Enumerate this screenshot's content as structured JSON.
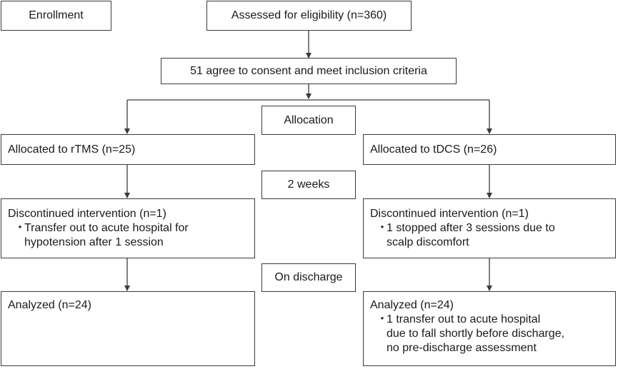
{
  "enrollment": {
    "label": "Enrollment"
  },
  "assessed": {
    "label": "Assessed for eligibility (n=360)"
  },
  "consent": {
    "label": "51 agree to consent and meet inclusion criteria"
  },
  "phases": {
    "allocation": "Allocation",
    "two_weeks": "2 weeks",
    "discharge": "On discharge"
  },
  "rtms": {
    "allocated": "Allocated to rTMS (n=25)",
    "discontinued": {
      "title": "Discontinued intervention (n=1)",
      "bullet": "・",
      "detail": "Transfer out to acute hospital for\nhypotension after 1 session"
    },
    "analyzed": {
      "title": "Analyzed (n=24)"
    }
  },
  "tdcs": {
    "allocated": "Allocated to tDCS (n=26)",
    "discontinued": {
      "title": "Discontinued intervention (n=1)",
      "bullet": "・",
      "detail": "1 stopped after 3 sessions due to\nscalp discomfort"
    },
    "analyzed": {
      "title": "Analyzed (n=24)",
      "bullet": "・",
      "detail": "1 transfer out to acute hospital\ndue to fall shortly before discharge,\nno pre-discharge assessment"
    }
  },
  "colors": {
    "line": "#3a3a3a",
    "text": "#1a1a1a",
    "background": "#ffffff"
  }
}
